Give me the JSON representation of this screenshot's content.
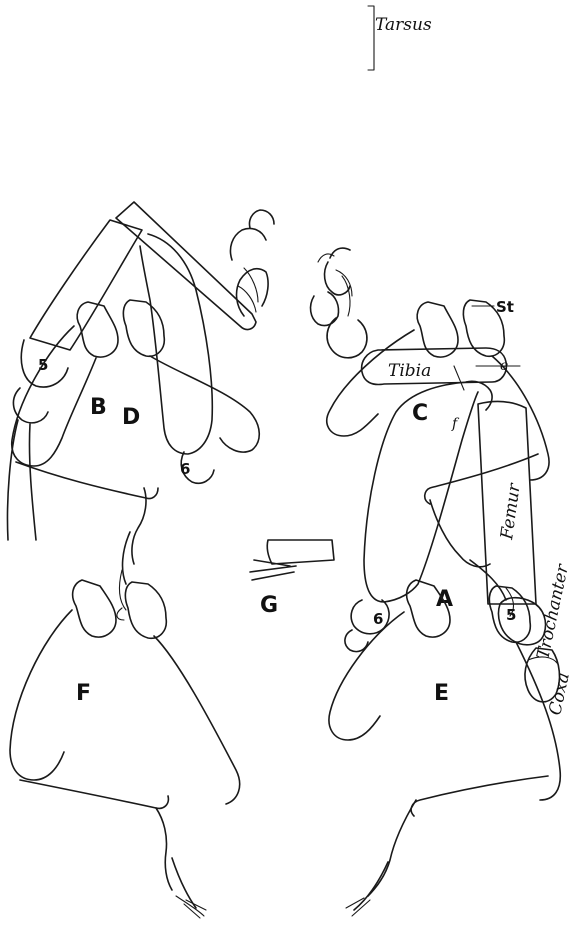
{
  "panels": {
    "a": "A",
    "b": "B",
    "c": "C",
    "d": "D",
    "e": "E",
    "f": "F",
    "g": "G"
  },
  "parts": {
    "tarsus": "Tarsus",
    "tibia": "Tibia",
    "femur": "Femur",
    "trochanter": "Trochanter",
    "coxa": "Coxa",
    "st": "St",
    "e": "e",
    "f": "f"
  },
  "segments": {
    "a_five": "5",
    "a_six": "6",
    "b_five": "5",
    "b_six": "6"
  }
}
